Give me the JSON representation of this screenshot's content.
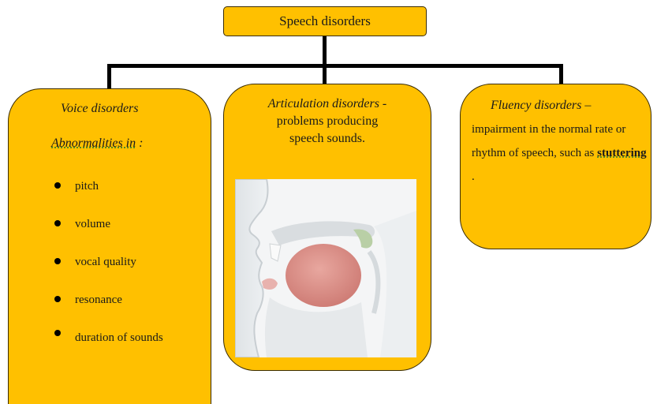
{
  "root": {
    "label": "Speech disorders"
  },
  "voice": {
    "title": "Voice disorders",
    "subtitle_main": "Abnormalities in",
    "subtitle_tail": " :",
    "items": [
      "pitch",
      "volume",
      "vocal quality",
      "resonance",
      "duration of sounds"
    ]
  },
  "articulation": {
    "title": "Articulation disorders",
    "title_suffix": " -",
    "description": "problems producing speech sounds."
  },
  "fluency": {
    "title": "Fluency disorders –",
    "desc_before": "impairment in the normal rate or rhythm of speech, such as ",
    "highlight": "stuttering",
    "desc_after": " ."
  },
  "colors": {
    "box_fill": "#ffc000",
    "outline": "#3a2c00",
    "connector": "#000000"
  }
}
